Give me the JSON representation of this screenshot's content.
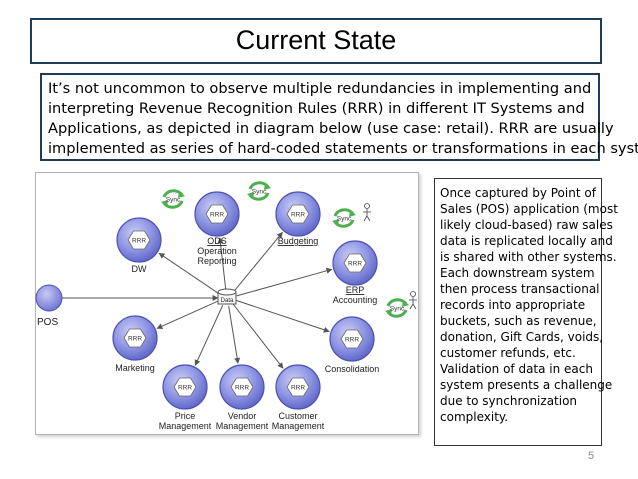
{
  "slide": {
    "title": "Current State",
    "intro_lines": [
      "It’s not uncommon to observe multiple redundancies in implementing and",
      "interpreting Revenue Recognition Rules (RRR) in different IT Systems and",
      "Applications, as depicted in diagram below (use case: retail). RRR are usually",
      "implemented as series of hard-coded statements or transformations in each system."
    ],
    "side_lines": [
      "Once captured by Point of",
      "Sales (POS) application (most",
      "likely cloud-based) raw sales",
      "data is replicated locally and",
      "is shared with other systems.",
      "Each downstream system",
      "then process transactional",
      "records into appropriate",
      "buckets, such as revenue,",
      "donation, Gift Cards, voids,",
      "customer refunds, etc.",
      "Validation of data in each",
      "system presents a challenge",
      "due to synchronization",
      "complexity."
    ],
    "page_number": "5"
  },
  "diagram": {
    "node_badge": "RRR",
    "hub_label": "Data",
    "source_label": "POS",
    "sync_label": "Sync",
    "nodes": [
      {
        "id": "dw",
        "label_lines": [
          "DW"
        ]
      },
      {
        "id": "ods",
        "label_lines": [
          "ODS",
          "Operation",
          "Reporting"
        ]
      },
      {
        "id": "budgeting",
        "label_lines": [
          "Budgeting"
        ]
      },
      {
        "id": "erp",
        "label_lines": [
          "ERP",
          "Accounting"
        ]
      },
      {
        "id": "marketing",
        "label_lines": [
          "Marketing"
        ]
      },
      {
        "id": "consolidation",
        "label_lines": [
          "Consolidation"
        ]
      },
      {
        "id": "price",
        "label_lines": [
          "Price",
          "Management"
        ]
      },
      {
        "id": "vendor",
        "label_lines": [
          "Vendor",
          "Management"
        ]
      },
      {
        "id": "customer",
        "label_lines": [
          "Customer",
          "Management"
        ]
      }
    ]
  }
}
